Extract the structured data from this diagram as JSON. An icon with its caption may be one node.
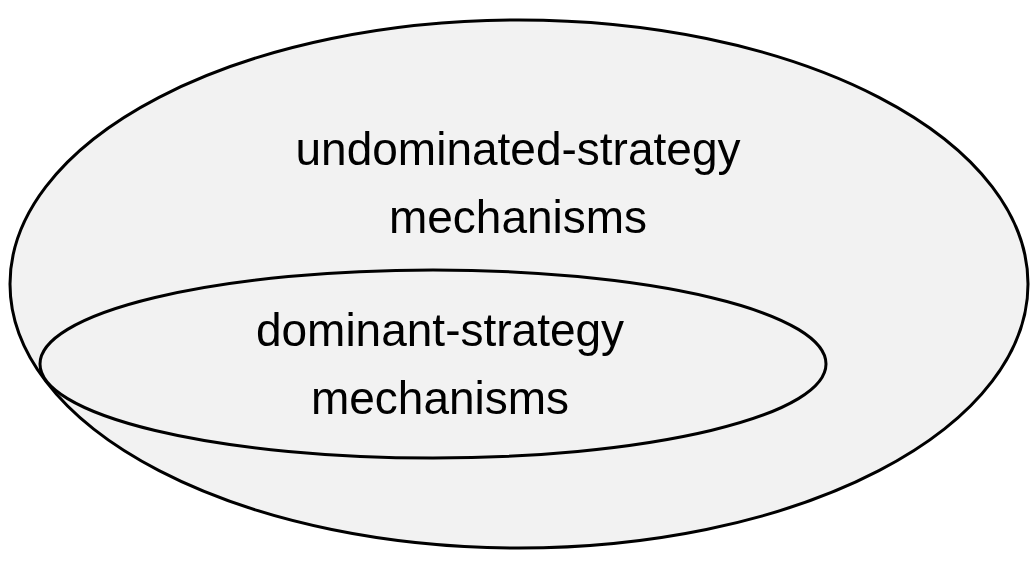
{
  "diagram": {
    "nodes": [
      {
        "text": [
          "undominated-strategy mechanisms"
        ]
      },
      {
        "text": [
          "dominant-strategy mechanisms"
        ],
        "in": 0
      }
    ]
  }
}
